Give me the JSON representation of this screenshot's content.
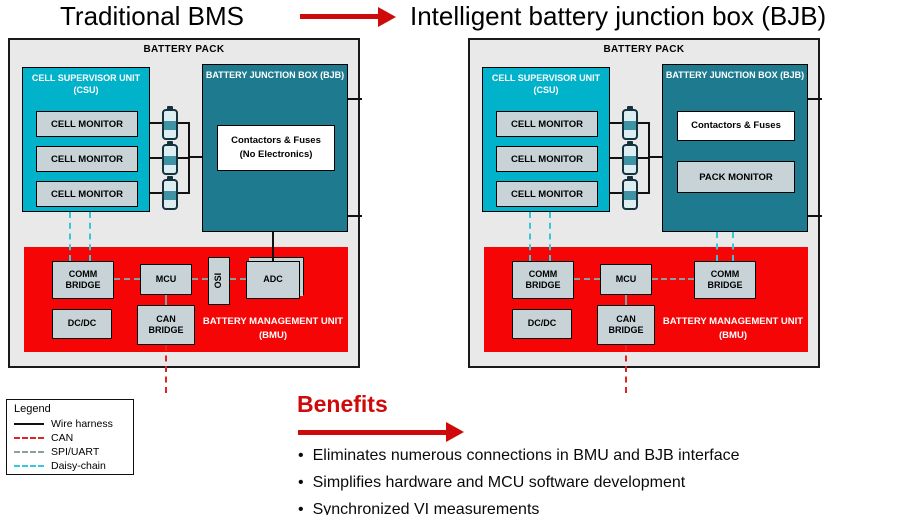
{
  "colors": {
    "csu": "#00b3ca",
    "bjb": "#1e7a8e",
    "bmu-red": "#f50505",
    "box-gray": "#c7d3d7",
    "pack-bg": "#e9e9e9",
    "accent-red": "#cf0a0a",
    "can-red": "#e02424",
    "spi-gray": "#8aa0a0",
    "daisy-cyan": "#38c6de",
    "line-black": "#111111"
  },
  "header": {
    "left_title": "Traditional BMS",
    "right_title": "Intelligent battery junction box (BJB)"
  },
  "left": {
    "pack_label": "BATTERY PACK",
    "csu_title": "CELL SUPERVISOR UNIT (CSU)",
    "monitors": [
      "CELL MONITOR",
      "CELL MONITOR",
      "CELL MONITOR"
    ],
    "bjb_title": "BATTERY JUNCTION BOX (BJB)",
    "contactors_line1": "Contactors & Fuses",
    "contactors_line2": "(No Electronics)",
    "bmu": {
      "comm_bridge": "COMM BRIDGE",
      "mcu": "MCU",
      "osi": "OSI",
      "adc": "ADC",
      "dcdc": "DC/DC",
      "can_bridge": "CAN BRIDGE",
      "title": "BATTERY MANAGEMENT UNIT (BMU)"
    }
  },
  "right": {
    "pack_label": "BATTERY PACK",
    "csu_title": "CELL SUPERVISOR UNIT (CSU)",
    "monitors": [
      "CELL MONITOR",
      "CELL MONITOR",
      "CELL MONITOR"
    ],
    "bjb_title": "BATTERY JUNCTION BOX (BJB)",
    "contactors": "Contactors & Fuses",
    "pack_monitor": "PACK MONITOR",
    "bmu": {
      "comm_bridge1": "COMM BRIDGE",
      "mcu": "MCU",
      "comm_bridge2": "COMM BRIDGE",
      "dcdc": "DC/DC",
      "can_bridge": "CAN BRIDGE",
      "title": "BATTERY MANAGEMENT UNIT (BMU)"
    }
  },
  "legend": {
    "title": "Legend",
    "items": [
      "Wire harness",
      "CAN",
      "SPI/UART",
      "Daisy-chain"
    ]
  },
  "benefits": {
    "title": "Benefits",
    "bullet": "•",
    "items": [
      "Eliminates numerous connections in BMU and BJB interface",
      "Simplifies hardware and MCU software development",
      "Synchronized VI measurements"
    ]
  }
}
